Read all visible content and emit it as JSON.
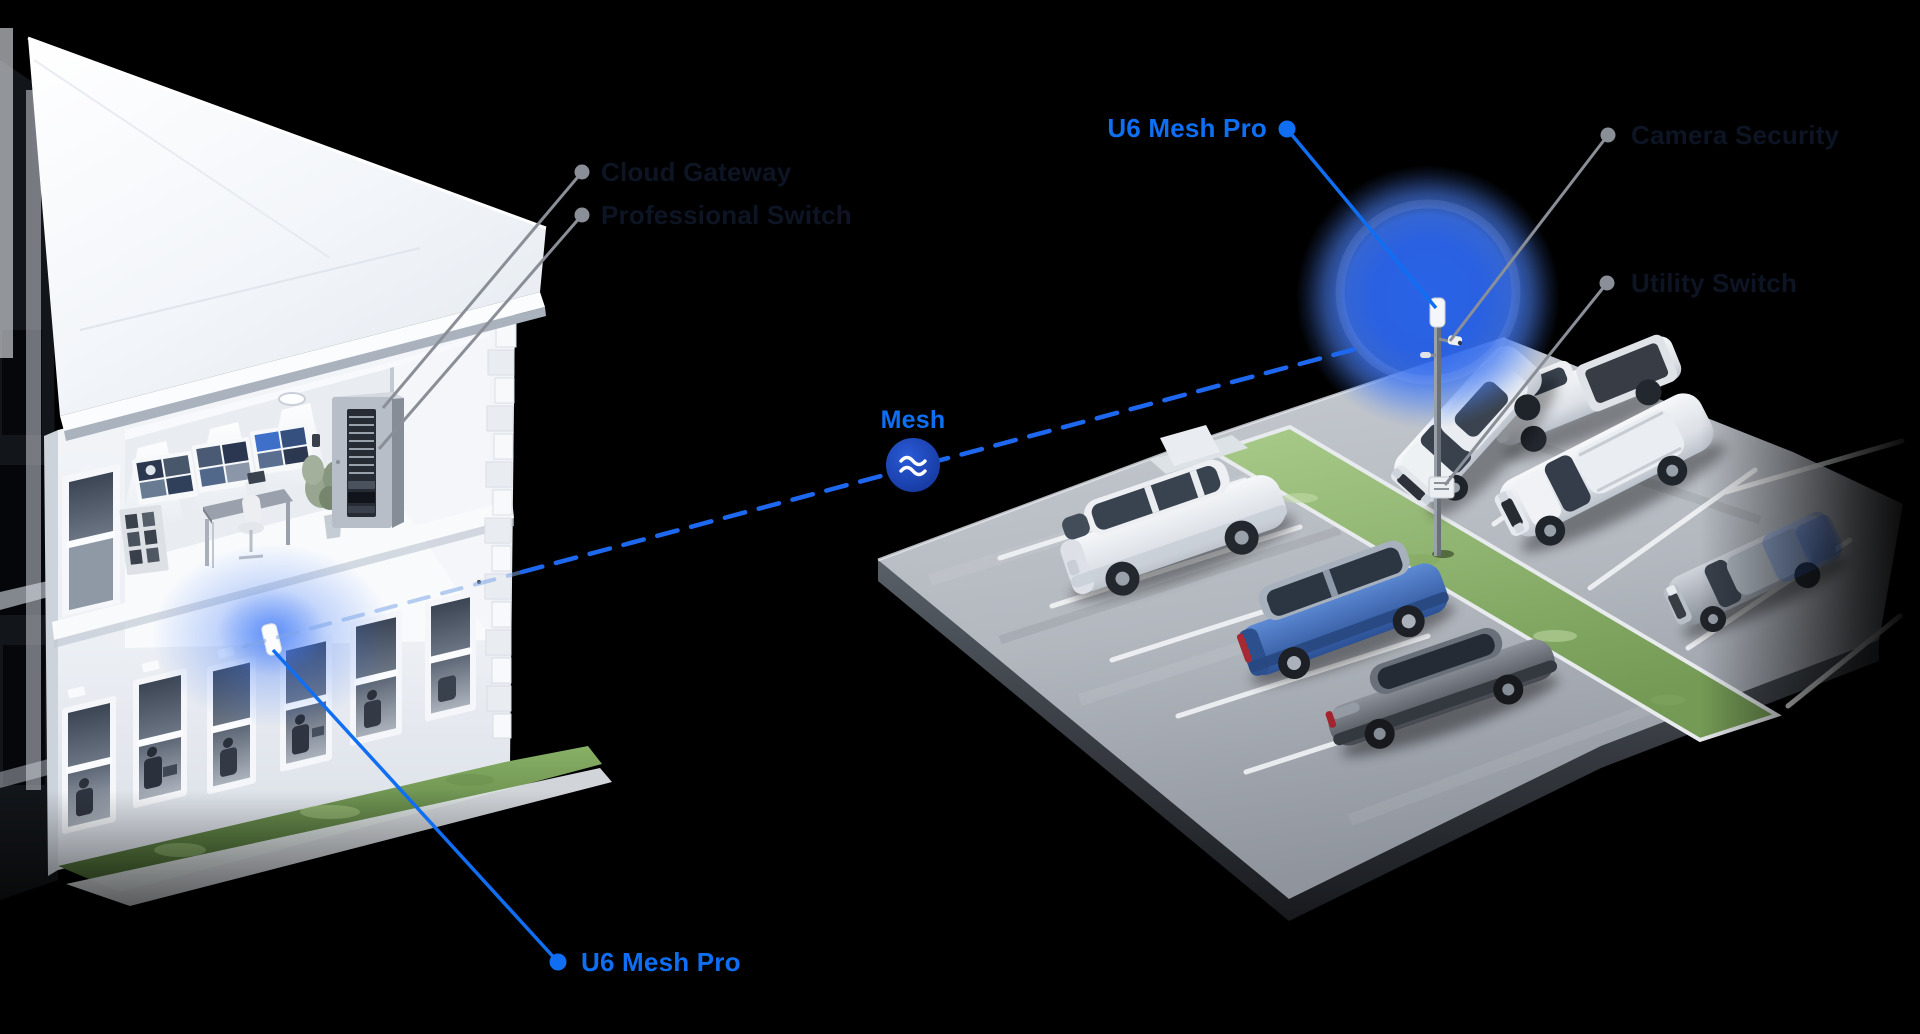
{
  "page": {
    "background_color": "#000000",
    "description": "Isometric illustration of a UniFi wireless mesh link between an office building and a parking lot"
  },
  "colors": {
    "accent_blue": "#0E6FF2",
    "label_dark_text": "#0D1424",
    "leader_line_gray": "#8A8E96",
    "dashed_link_blue": "#1E68F0",
    "mesh_node_blue": "#1C4EC6",
    "signal_glow_blue": "#2F6AF0",
    "grass_green": "#84AD62",
    "pavement_gray": "#B4B9C0"
  },
  "icons": {
    "mesh_wave_icon": "≋"
  },
  "annotations": {
    "cloud_gateway": {
      "label": "Cloud Gateway"
    },
    "professional_switch": {
      "label": "Professional Switch"
    },
    "u6_mesh_pro_parking": {
      "label": "U6 Mesh Pro"
    },
    "camera_security": {
      "label": "Camera Security"
    },
    "utility_switch": {
      "label": "Utility Switch"
    },
    "mesh_link": {
      "label": "Mesh"
    },
    "u6_mesh_pro_building": {
      "label": "U6 Mesh Pro"
    }
  }
}
